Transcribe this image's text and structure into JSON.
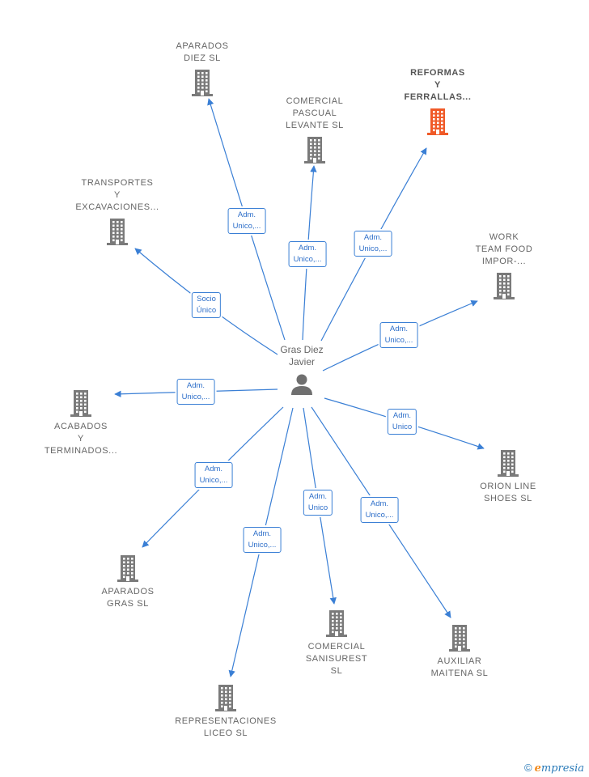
{
  "center": {
    "name": "Gras Diez\nJavier"
  },
  "colors": {
    "link": "#3a7fd5",
    "building": "#7a7a7a",
    "highlight": "#f05a28"
  },
  "nodes": [
    {
      "id": "aparados-diez",
      "label": "APARADOS\nDIEZ  SL",
      "highlight": false
    },
    {
      "id": "comercial-pascual",
      "label": "COMERCIAL\nPASCUAL\nLEVANTE  SL",
      "highlight": false
    },
    {
      "id": "reformas",
      "label": "REFORMAS\nY\nFERRALLAS...",
      "highlight": true
    },
    {
      "id": "transportes",
      "label": "TRANSPORTES\nY\nEXCAVACIONES...",
      "highlight": false
    },
    {
      "id": "work-team",
      "label": "WORK\nTEAM FOOD\nIMPOR-...",
      "highlight": false
    },
    {
      "id": "acabados",
      "label": "ACABADOS\nY\nTERMINADOS...",
      "highlight": false
    },
    {
      "id": "orion",
      "label": "ORION LINE\nSHOES  SL",
      "highlight": false
    },
    {
      "id": "aparados-gras",
      "label": "APARADOS\nGRAS  SL",
      "highlight": false
    },
    {
      "id": "comercial-sanisurest",
      "label": "COMERCIAL\nSANISUREST\nSL",
      "highlight": false
    },
    {
      "id": "auxiliar-maitena",
      "label": "AUXILIAR\nMAITENA  SL",
      "highlight": false
    },
    {
      "id": "representaciones",
      "label": "REPRESENTACIONES\nLICEO  SL",
      "highlight": false
    }
  ],
  "edges": [
    {
      "to": "aparados-diez",
      "label": "Adm.\nUnico,..."
    },
    {
      "to": "comercial-pascual",
      "label": "Adm.\nUnico,..."
    },
    {
      "to": "reformas",
      "label": "Adm.\nUnico,..."
    },
    {
      "to": "transportes",
      "label": "Socio\nÚnico"
    },
    {
      "to": "work-team",
      "label": "Adm.\nUnico,..."
    },
    {
      "to": "acabados",
      "label": "Adm.\nUnico,..."
    },
    {
      "to": "orion",
      "label": "Adm.\nUnico"
    },
    {
      "to": "aparados-gras",
      "label": "Adm.\nUnico,..."
    },
    {
      "to": "comercial-sanisurest",
      "label": "Adm.\nUnico"
    },
    {
      "to": "auxiliar-maitena",
      "label": "Adm.\nUnico,..."
    },
    {
      "to": "representaciones",
      "label": "Adm.\nUnico,..."
    }
  ],
  "brand": {
    "copyright": "©",
    "name_initial": "e",
    "name_rest": "mpresia"
  }
}
